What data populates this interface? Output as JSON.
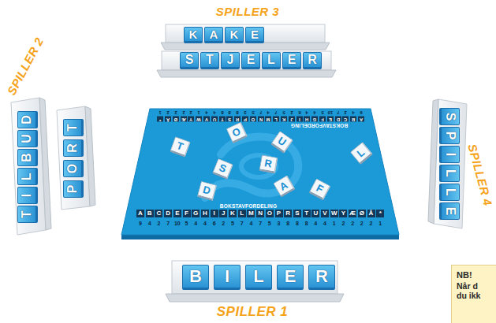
{
  "diagram": {
    "nodes": [
      {
        "text": [
          "K"
        ]
      },
      {
        "text": [
          "A"
        ]
      },
      {
        "text": [
          "K"
        ]
      },
      {
        "text": [
          "E"
        ]
      },
      {
        "text": [
          "S"
        ]
      },
      {
        "text": [
          "T"
        ]
      },
      {
        "text": [
          "J"
        ]
      },
      {
        "text": [
          "E"
        ]
      },
      {
        "text": [
          "L"
        ]
      },
      {
        "text": [
          "E"
        ]
      },
      {
        "text": [
          "R"
        ]
      },
      {
        "text": [
          "T"
        ]
      },
      {
        "text": [
          "I"
        ]
      },
      {
        "text": [
          "L"
        ]
      },
      {
        "text": [
          "B"
        ]
      },
      {
        "text": [
          "U"
        ]
      },
      {
        "text": [
          "D"
        ]
      },
      {
        "text": [
          "P"
        ]
      },
      {
        "text": [
          "O"
        ]
      },
      {
        "text": [
          "R"
        ]
      },
      {
        "text": [
          "T"
        ]
      },
      {
        "text": [
          "BOKSTAVFORDELING",
          "BOKSTAVFORDELING"
        ]
      },
      {
        "text": [
          "O"
        ],
        "in": 21
      },
      {
        "text": [
          "T"
        ],
        "in": 21
      },
      {
        "text": [
          "U"
        ],
        "in": 21
      },
      {
        "text": [
          "L"
        ],
        "in": 21
      },
      {
        "text": [
          "R"
        ],
        "in": 21
      },
      {
        "text": [
          "S"
        ],
        "in": 21
      },
      {
        "text": [
          "A"
        ],
        "in": 21
      },
      {
        "text": [
          "F"
        ],
        "in": 21
      },
      {
        "text": [
          "D"
        ],
        "in": 21
      },
      {
        "text": [
          "S"
        ]
      },
      {
        "text": [
          "P"
        ]
      },
      {
        "text": [
          "I"
        ]
      },
      {
        "text": [
          "L"
        ]
      },
      {
        "text": [
          "L"
        ]
      },
      {
        "text": [
          "E"
        ]
      },
      {
        "text": [
          "B"
        ]
      },
      {
        "text": [
          "I"
        ]
      },
      {
        "text": [
          "L"
        ]
      },
      {
        "text": [
          "E"
        ]
      },
      {
        "text": [
          "R"
        ]
      },
      {
        "text": [
          "NB!",
          "Når d du ikk"
        ]
      }
    ],
    "labels": [
      "SPILLER 3",
      "SPILLER 2",
      "SPILLER 4",
      "SPILLER 1",
      "9",
      "4",
      "2",
      "7",
      "10",
      "5",
      "4",
      "4",
      "6",
      "2",
      "5",
      "7",
      "4",
      "7",
      "5",
      "3",
      "8",
      "8",
      "8",
      "4",
      "4",
      "1",
      "2",
      "2",
      "2",
      "2",
      "1",
      "A",
      "B",
      "C",
      "D",
      "E",
      "F",
      "G",
      "H",
      "I",
      "J",
      "K",
      "L",
      "M",
      "N",
      "O",
      "P",
      "R",
      "S",
      "T",
      "U",
      "V",
      "W",
      "Y",
      "Æ",
      "Ø",
      "Å",
      "*",
      "A",
      "B",
      "C",
      "D",
      "E",
      "F",
      "G",
      "H",
      "I",
      "J",
      "K",
      "L",
      "M",
      "N",
      "O",
      "P",
      "R",
      "S",
      "T",
      "U",
      "V",
      "W",
      "Y",
      "Æ",
      "Ø",
      "Å",
      "*",
      "9",
      "4",
      "2",
      "7",
      "10",
      "5",
      "4",
      "4",
      "6",
      "2",
      "5",
      "7",
      "4",
      "7",
      "5",
      "3",
      "8",
      "8",
      "8",
      "4",
      "4",
      "1",
      "2",
      "2",
      "2",
      "2",
      "1"
    ]
  }
}
